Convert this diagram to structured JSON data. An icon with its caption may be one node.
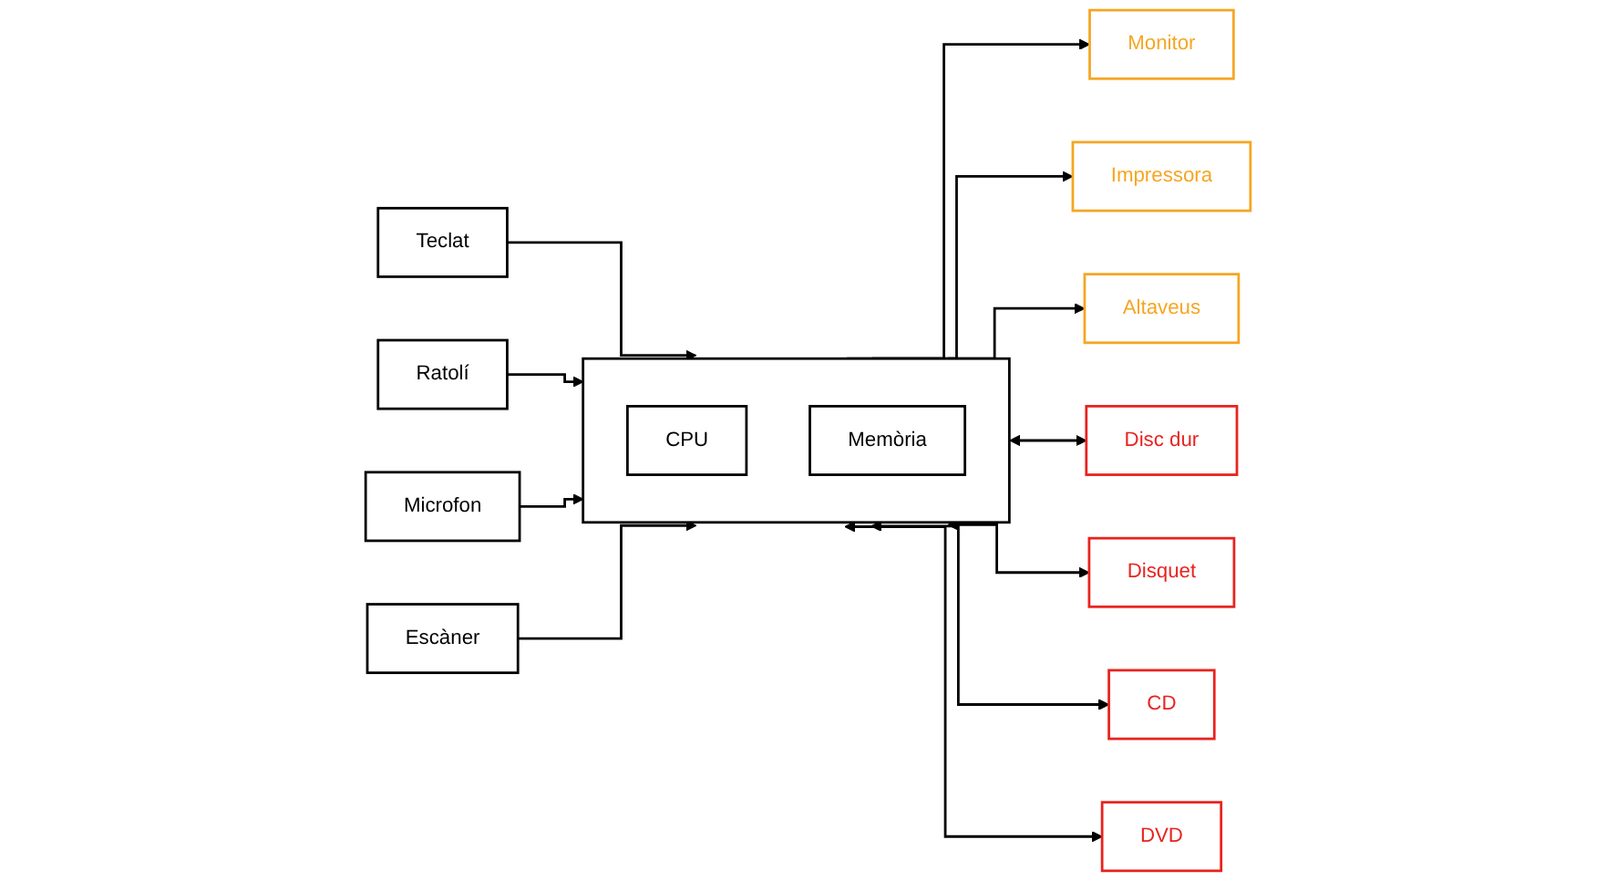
{
  "diagram": {
    "nodes": [
      {
        "text": [
          "Teclat"
        ]
      },
      {
        "text": [
          "Ratolí"
        ]
      },
      {
        "text": [
          "Microfon"
        ]
      },
      {
        "text": [
          "Escàner"
        ]
      },
      {
        "text": [],
        "shape": "box"
      },
      {
        "text": [
          "CPU"
        ],
        "in": 4
      },
      {
        "text": [
          "Memòria"
        ],
        "in": 4
      },
      {
        "text": [
          "Monitor"
        ]
      },
      {
        "text": [
          "Impressora"
        ]
      },
      {
        "text": [
          "Altaveus"
        ]
      },
      {
        "text": [
          "Disc dur"
        ]
      },
      {
        "text": [
          "Disquet"
        ]
      },
      {
        "text": [
          "CD"
        ]
      },
      {
        "text": [
          "DVD"
        ]
      }
    ],
    "edges": [
      {
        "from": 0,
        "to": 4,
        "arrow": "to"
      },
      {
        "from": 1,
        "to": 4,
        "arrow": "to"
      },
      {
        "from": 2,
        "to": 4,
        "arrow": "to"
      },
      {
        "from": 3,
        "to": 4,
        "arrow": "to"
      },
      {
        "from": 4,
        "to": 7,
        "arrow": "to"
      },
      {
        "from": 4,
        "to": 8,
        "arrow": "to"
      },
      {
        "from": 4,
        "to": 9,
        "arrow": "to"
      },
      {
        "from": 4,
        "to": 10,
        "arrow": "both"
      },
      {
        "from": 4,
        "to": 11,
        "arrow": "both"
      },
      {
        "from": 4,
        "to": 12,
        "arrow": "both"
      },
      {
        "from": 4,
        "to": 13,
        "arrow": "both"
      }
    ]
  }
}
